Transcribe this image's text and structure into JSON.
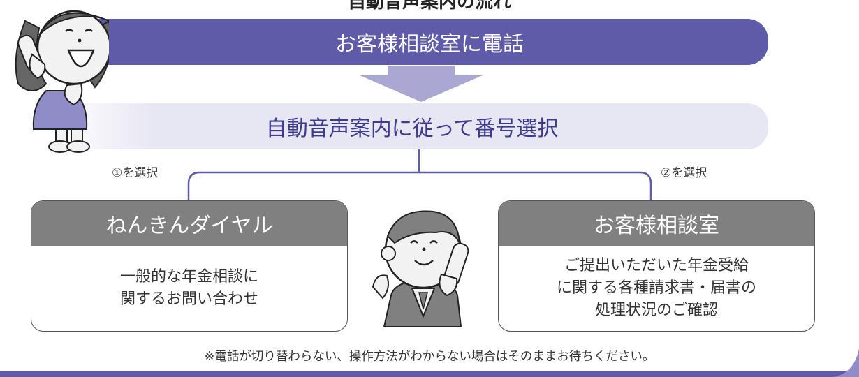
{
  "header": {
    "partial_title": "自動音声案内の流れ"
  },
  "flow": {
    "step1": "お客様相談室に電話",
    "step2": "自動音声案内に従って番号選択"
  },
  "choices": {
    "left_label": "①を選択",
    "right_label": "②を選択"
  },
  "cards": {
    "left": {
      "title": "ねんきんダイヤル",
      "lines": [
        "一般的な年金相談に",
        "関するお問い合わせ"
      ]
    },
    "right": {
      "title": "お客様相談室",
      "lines": [
        "ご提出いただいた年金受給",
        "に関する各種請求書・届書の",
        "処理状況のご確認"
      ]
    }
  },
  "footnote": "※電話が切り替わらない、操作方法がわからない場合はそのままお待ちください。",
  "colors": {
    "accent": "#5f5ba8",
    "accent_light": "#e7e6f3",
    "arrow": "#aaa7d3",
    "card_header": "#808080",
    "select_text": "#3e3a8e"
  },
  "icons": [
    "woman-phone-icon",
    "operator-phone-icon"
  ]
}
